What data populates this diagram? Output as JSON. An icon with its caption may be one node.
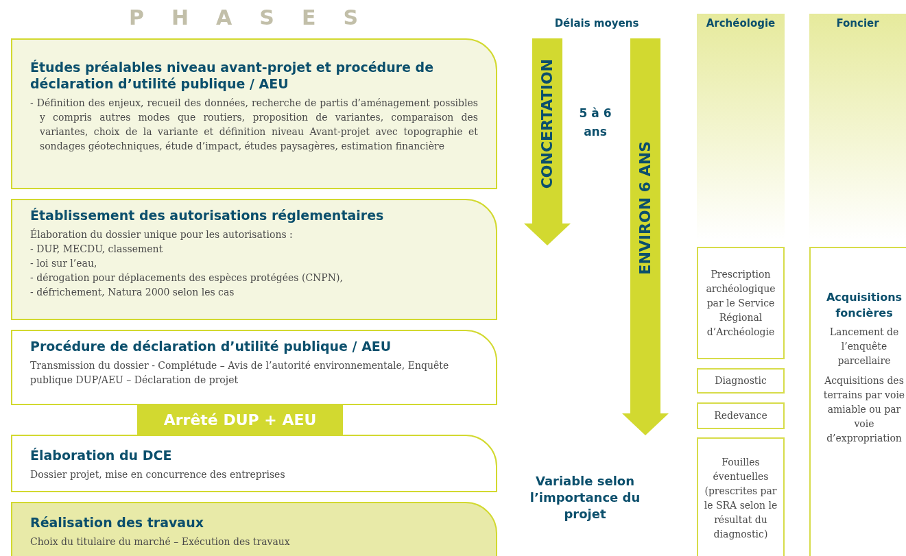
{
  "diagram": {
    "title": "PHASES",
    "nodes": [
      {
        "text": [
          "Études préalables niveau avant-projet et procédure de déclaration d’utilité publique / AEU",
          "- Définition des enjeux, recueil des données, recherche de partis d’aménagement possibles y compris autres modes que routiers, proposition de variantes, comparaison des variantes, choix de la variante et définition niveau Avant-projet avec topographie et sondages géotechniques, étude d’impact, études paysagères, estimation financière"
        ]
      },
      {
        "text": [
          "Établissement des autorisations réglementaires",
          "Élaboration du dossier unique pour les autorisations :",
          "- DUP, MECDU, classement",
          "- loi sur l’eau,",
          "- dérogation pour déplacements des espèces protégées (CNPN),",
          "- défrichement, Natura 2000 selon les cas"
        ]
      },
      {
        "text": [
          "Procédure de déclaration d’utilité publique / AEU",
          "Transmission du dossier - Complétude – Avis de l’autorité environnementale, Enquête publique DUP/AEU – Déclaration de projet"
        ]
      },
      {
        "text": [
          "Arrêté DUP + AEU"
        ]
      },
      {
        "text": [
          "Élaboration du DCE",
          "Dossier projet, mise en concurrence des entreprises"
        ]
      },
      {
        "text": [
          "Réalisation des travaux",
          "Choix du titulaire du marché – Exécution des travaux"
        ]
      },
      {
        "text": [
          "CONCERTATION"
        ]
      },
      {
        "text": [
          "ENVIRON 6 ANS"
        ]
      },
      {
        "text": [
          "Archéologie"
        ]
      },
      {
        "text": [
          "Foncier"
        ]
      },
      {
        "text": [
          "Prescription archéologique par le Service Régional d’Archéologie"
        ]
      },
      {
        "text": [
          "Diagnostic"
        ]
      },
      {
        "text": [
          "Redevance"
        ]
      },
      {
        "text": [
          "Fouilles éventuelles (prescrites par le SRA selon le résultat du diagnostic)"
        ]
      },
      {
        "text": [
          "Acquisitions foncières",
          "Lancement de l’enquête parcellaire",
          "Acquisitions des terrains par voie amiable ou par voie d’expropriation"
        ]
      }
    ],
    "edges": [],
    "labels": [
      "Délais moyens",
      "5 à 6 ans",
      "Variable selon l’importance du projet"
    ]
  }
}
